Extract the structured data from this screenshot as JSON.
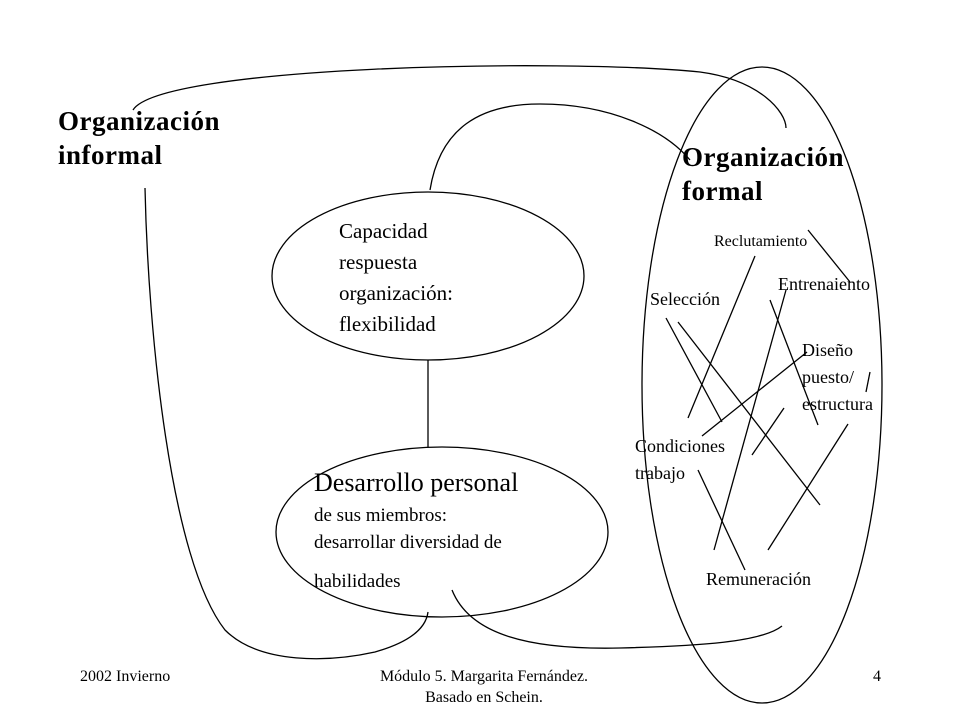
{
  "informal": {
    "line1": "Organización",
    "line2": "informal"
  },
  "formal": {
    "line1": "Organización",
    "line2": "formal"
  },
  "capacidad": {
    "line1": "Capacidad",
    "line2": "respuesta",
    "line3": "organización:",
    "line4": "flexibilidad"
  },
  "desarrollo": {
    "title": "Desarrollo personal",
    "line1": "de sus miembros:",
    "line2": "desarrollar diversidad de",
    "line3": "habilidades"
  },
  "formal_items": {
    "reclutamiento": "Reclutamiento",
    "entrenamiento": "Entrenaiento",
    "seleccion": "Selección",
    "diseno": {
      "line1": "Diseño",
      "line2": "puesto/",
      "line3": "estructura"
    },
    "condiciones": {
      "line1": "Condiciones",
      "line2": "trabajo"
    },
    "remuneracion": "Remuneración"
  },
  "footer": {
    "date": "2002 Invierno",
    "credit_line1": "Módulo 5. Margarita Fernández.",
    "credit_line2": "Basado en Schein.",
    "page": "4"
  }
}
